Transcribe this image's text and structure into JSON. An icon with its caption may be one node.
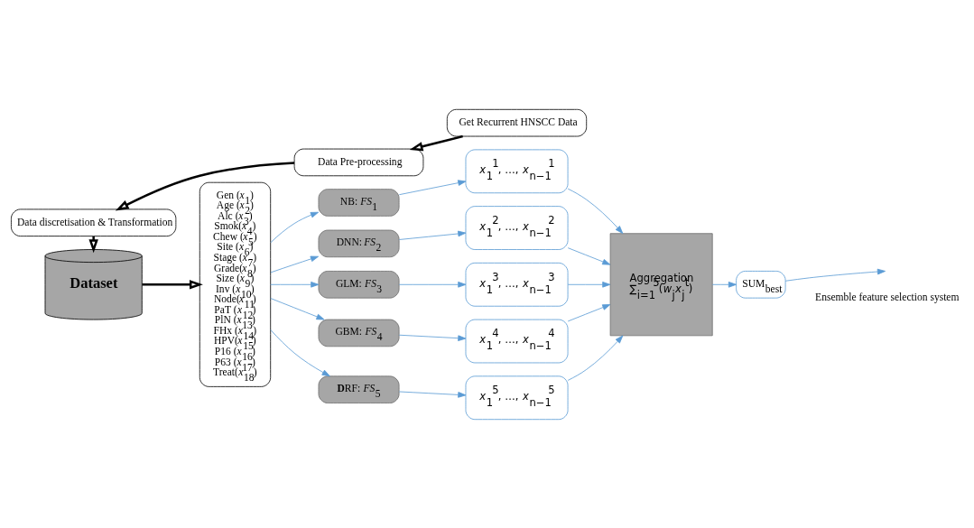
{
  "diagram": {
    "nodes": [
      {
        "text": [
          "Data discretisation & Transformation"
        ]
      },
      {
        "text": [
          "Data Pre-processing"
        ]
      },
      {
        "text": [
          "Get Recurrent HNSCC Data"
        ]
      },
      {
        "text": [
          "Dataset"
        ]
      },
      {
        "text": [
          "Gen (*x*$_{1}$)",
          "Age (*x*$_{2}$)",
          "Alc (*x*$_{3}$)",
          "Smok(*x*$_{4}$)",
          "Chew (*x*$_{5}$)",
          "Site (*x*$_{6}$)",
          "Stage (*x*$_{7}$)",
          "Grade(*x*$_{8}$)",
          "Size (*x*$_{9}$)",
          "Inv (*x*$_{10}$)",
          "Node(*x*$_{11}$)",
          "PaT (*x*$_{12}$)",
          "PlN (*x*$_{13}$)",
          "FHx (*x*$_{14}$)",
          "HPV(*x*$_{15}$)",
          "P16 (*x*$_{16}$)",
          "P63 (*x*$_{17}$)",
          "Treat(*x*$_{18}$)"
        ]
      },
      {
        "text": [
          "NB: *FS*$_{1}$"
        ]
      },
      {
        "text": [
          "DNN: *FS*$_{2}$"
        ]
      },
      {
        "text": [
          "GLM: *FS*$_{3}$"
        ]
      },
      {
        "text": [
          "GBM: *FS*$_{4}$"
        ]
      },
      {
        "text": [
          "**D**RF: *FS*$_{5}$"
        ]
      },
      {
        "text": [
          "*x*$_{1}$$^{1}$, …, *x*$_{n−1}$$^{1}$"
        ]
      },
      {
        "text": [
          "*x*$_{1}$$^{2}$, …, *x*$_{n−1}$$^{2}$"
        ]
      },
      {
        "text": [
          "*x*$_{1}$$^{3}$, …, *x*$_{n−1}$$^{3}$"
        ]
      },
      {
        "text": [
          "*x*$_{1}$$^{4}$, …, *x*$_{n−1}$$^{4}$"
        ]
      },
      {
        "text": [
          "*x*$_{1}$$^{5}$, …, *x*$_{n−1}$$^{5}$"
        ]
      },
      {
        "text": [
          "Aggregation",
          "∑$_{i=1}$$^{5}$(*w*$_{j}$*x*$_{j}$$^{t}$)"
        ]
      },
      {
        "text": [
          "SUM$_{best}$"
        ]
      }
    ],
    "edges": [
      {
        "from": 2,
        "to": 1,
        "arrow": "to",
        "style": "thick",
        "color": "#000000"
      },
      {
        "from": 1,
        "to": 0,
        "arrow": "to",
        "style": "thick",
        "color": "#000000"
      },
      {
        "from": 0,
        "to": 3,
        "arrow": "to",
        "style": "thick",
        "color": "#000000"
      },
      {
        "from": 3,
        "to": 4,
        "arrow": "to",
        "style": "thick",
        "color": "#000000"
      },
      {
        "from": 4,
        "to": 5,
        "arrow": "to"
      },
      {
        "from": 4,
        "to": 6,
        "arrow": "to"
      },
      {
        "from": 4,
        "to": 7,
        "arrow": "to"
      },
      {
        "from": 4,
        "to": 8,
        "arrow": "to"
      },
      {
        "from": 4,
        "to": 9,
        "arrow": "to"
      },
      {
        "from": 5,
        "to": 10,
        "arrow": "to"
      },
      {
        "from": 6,
        "to": 11,
        "arrow": "to"
      },
      {
        "from": 7,
        "to": 12,
        "arrow": "to"
      },
      {
        "from": 8,
        "to": 13,
        "arrow": "to"
      },
      {
        "from": 9,
        "to": 14,
        "arrow": "to"
      },
      {
        "from": 10,
        "to": 15,
        "arrow": "to"
      },
      {
        "from": 11,
        "to": 15,
        "arrow": "to"
      },
      {
        "from": 12,
        "to": 15,
        "arrow": "to"
      },
      {
        "from": 13,
        "to": 15,
        "arrow": "to"
      },
      {
        "from": 14,
        "to": 15,
        "arrow": "to"
      },
      {
        "from": 15,
        "to": 16,
        "arrow": "to"
      },
      {
        "from": 16,
        "to": null,
        "arrow": "to"
      }
    ],
    "labels": [
      "Ensemble feature selection system"
    ]
  }
}
